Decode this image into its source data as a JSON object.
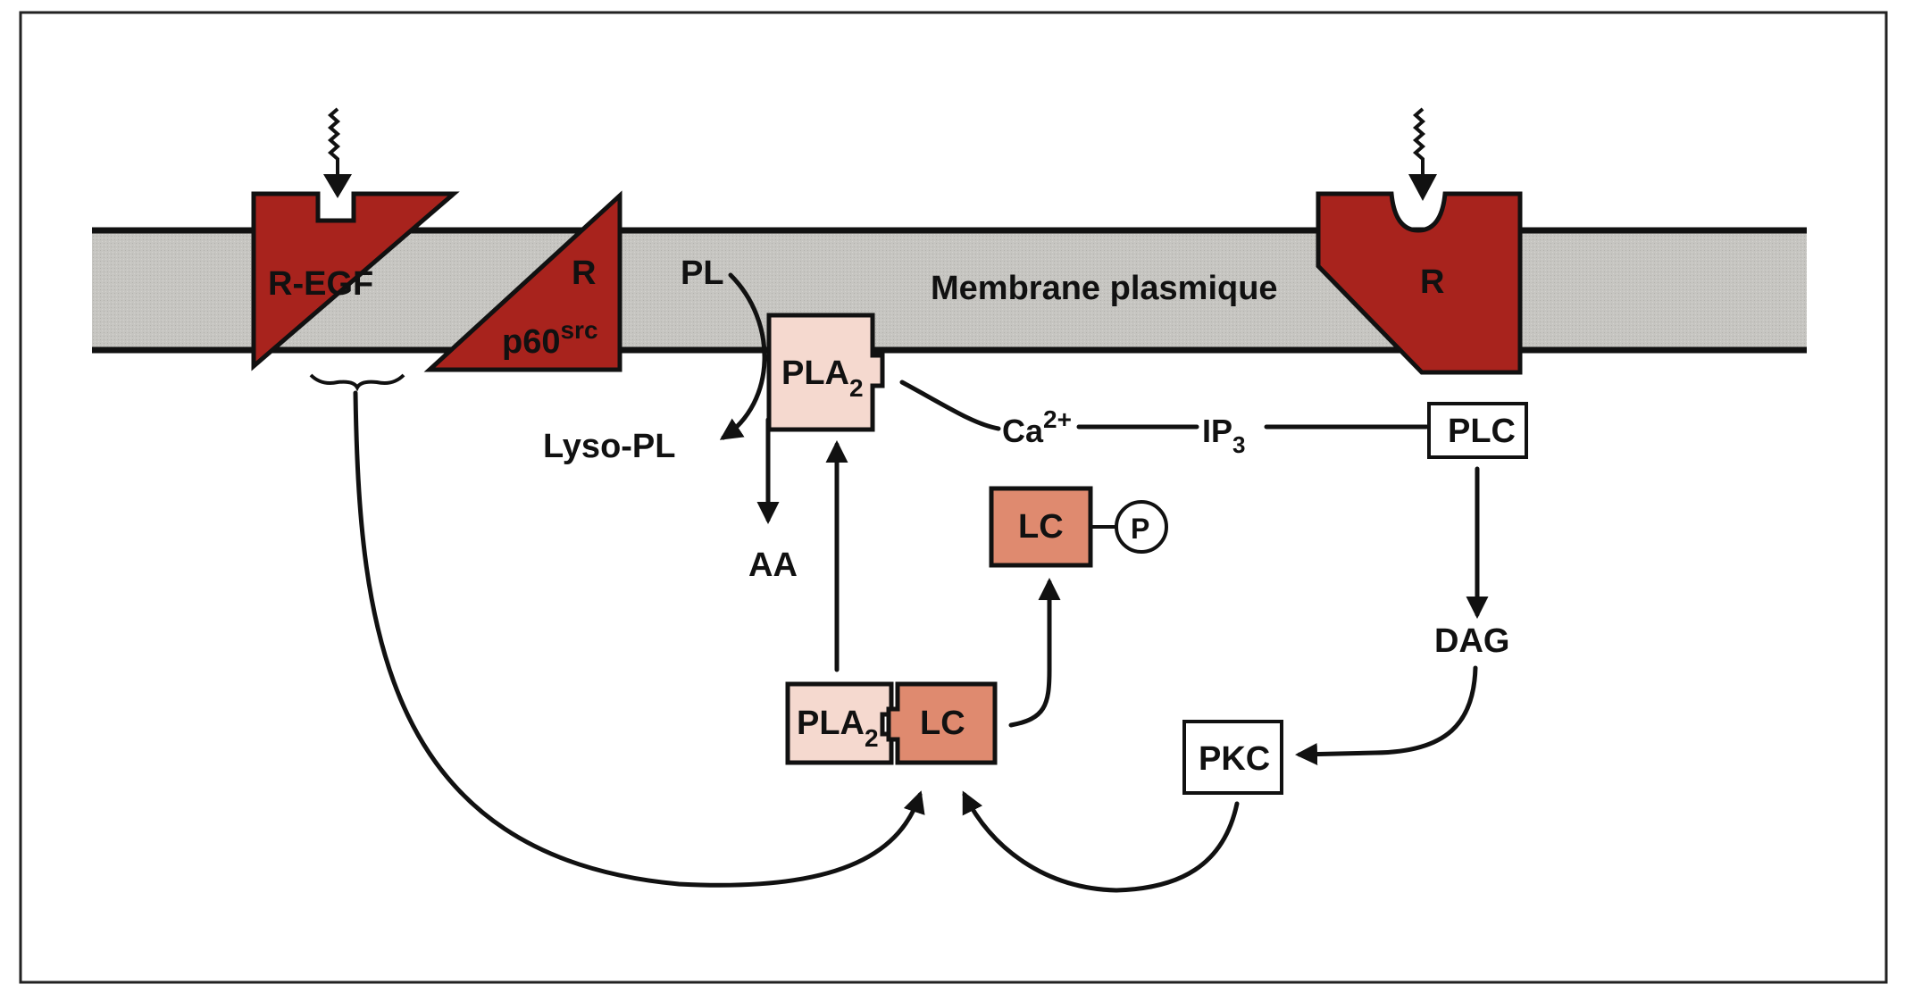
{
  "diagram": {
    "membrane_label": "Membrane plasmique",
    "colors": {
      "receptor": "#a8231d",
      "receptor_edge": "#e04a1e",
      "membrane": "#c4c3bf",
      "pla2": "#f5d9cf",
      "lc": "#df8a6f",
      "line": "#111111"
    },
    "nodes": {
      "r_egf": "R-EGF",
      "r_src_top": "R",
      "r_src_bottom": "p60",
      "r_src_sup": "src",
      "r_right": "R",
      "pl": "PL",
      "pla2_top": "PLA",
      "pla2_top_sub": "2",
      "lyso_pl": "Lyso-PL",
      "aa": "AA",
      "ca": "Ca",
      "ca_sup": "2+",
      "ip3": "IP",
      "ip3_sub": "3",
      "plc": "PLC",
      "lc_p": "LC",
      "phosphate": "P",
      "dag": "DAG",
      "pkc": "PKC",
      "pla2_bottom": "PLA",
      "pla2_bottom_sub": "2",
      "lc_bottom": "LC"
    },
    "edges": [
      {
        "from": "PL",
        "to": "Lyso-PL",
        "via": "PLA2"
      },
      {
        "from": "PLA2",
        "to": "AA"
      },
      {
        "from": "PLA2-LC",
        "to": "PLA2"
      },
      {
        "from": "PLA2-LC",
        "to": "LC-P"
      },
      {
        "from": "PLA2",
        "to": "Ca2+",
        "type": "line"
      },
      {
        "from": "Ca2+",
        "to": "IP3",
        "type": "line"
      },
      {
        "from": "IP3",
        "to": "PLC",
        "type": "line"
      },
      {
        "from": "PLC",
        "to": "DAG"
      },
      {
        "from": "DAG",
        "to": "PKC"
      },
      {
        "from": "PKC",
        "to": "PLA2-LC"
      },
      {
        "from": "R-EGF/R p60src",
        "to": "PLA2-LC"
      },
      {
        "from": "signal",
        "to": "R-EGF",
        "type": "wavy"
      },
      {
        "from": "signal",
        "to": "R",
        "type": "wavy"
      }
    ]
  }
}
